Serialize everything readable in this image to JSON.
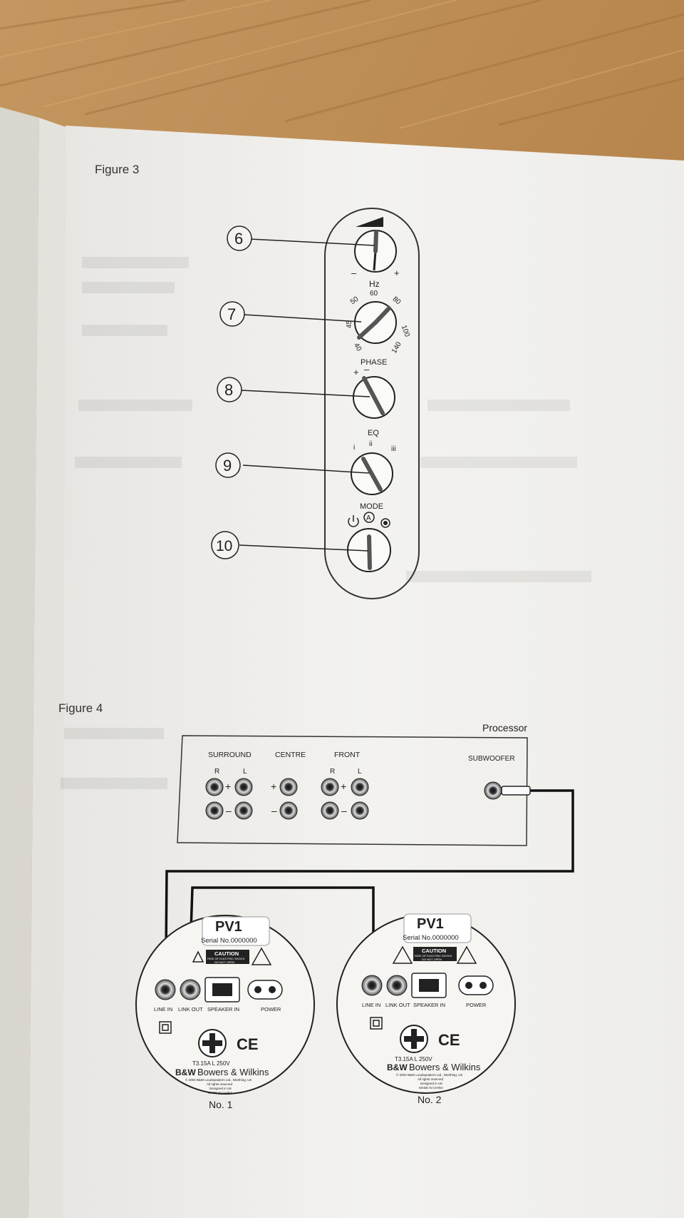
{
  "figure3": {
    "title": "Figure 3",
    "callouts": [
      "6",
      "7",
      "8",
      "9",
      "10"
    ],
    "volume": {
      "minus": "–",
      "plus": "+"
    },
    "frequency": {
      "label": "Hz",
      "ticks": [
        "40",
        "45",
        "50",
        "60",
        "80",
        "100",
        "140"
      ]
    },
    "phase": {
      "label": "PHASE",
      "plus": "+",
      "minus": "–"
    },
    "eq": {
      "label": "EQ",
      "positions": [
        "i",
        "ii",
        "iii"
      ]
    },
    "mode": {
      "label": "MODE",
      "auto_symbol": "A"
    }
  },
  "figure4": {
    "title": "Figure 4",
    "processor": {
      "title": "Processor",
      "groups": [
        "SURROUND",
        "CENTRE",
        "FRONT"
      ],
      "channel_r": "R",
      "channel_l": "L",
      "plus": "+",
      "minus": "–",
      "subwoofer": "SUBWOOFER"
    },
    "units": [
      {
        "model": "PV1",
        "serial": "Serial No.0000000",
        "caution": "CAUTION",
        "caution_sub1": "RISK OF ELECTRIC SHOCK",
        "caution_sub2": "DO NOT OPEN",
        "ports": [
          "LINE IN",
          "LINK OUT",
          "SPEAKER IN",
          "POWER"
        ],
        "fuse": "T3.15A L 250V",
        "brand": "Bowers & Wilkins",
        "brand_mark": "B&W",
        "ce": "CE",
        "fine_print": [
          "© 2004 B&W Loudspeakers Ltd., Worthing, UK",
          "All rights reserved",
          "Designed in UK",
          "MADE IN CHINA"
        ],
        "caption": "No. 1"
      },
      {
        "model": "PV1",
        "serial": "Serial No.0000000",
        "caution": "CAUTION",
        "caution_sub1": "RISK OF ELECTRIC SHOCK",
        "caution_sub2": "DO NOT OPEN",
        "ports": [
          "LINE IN",
          "LINK OUT",
          "SPEAKER IN",
          "POWER"
        ],
        "fuse": "T3.15A L 250V",
        "brand": "Bowers & Wilkins",
        "brand_mark": "B&W",
        "ce": "CE",
        "fine_print": [
          "© 2004 B&W Loudspeakers Ltd., Worthing, UK",
          "All rights reserved",
          "Designed in UK",
          "MADE IN CHINA"
        ],
        "caption": "No. 2"
      }
    ]
  }
}
